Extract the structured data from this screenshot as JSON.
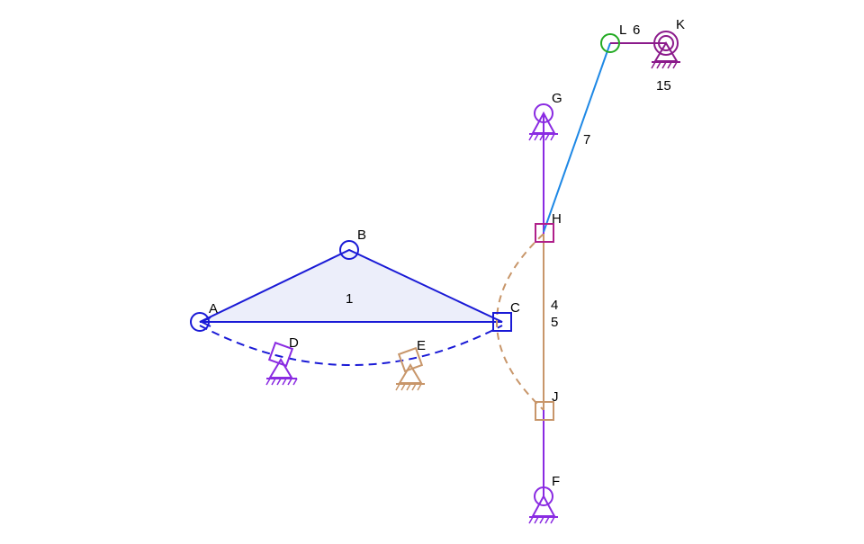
{
  "colors": {
    "blue": "#1a1ad6",
    "blue_fill": "#eceefa",
    "purple": "#8a2be2",
    "tan": "#c8966a",
    "magenta": "#b0208a",
    "light_blue": "#1e88e5",
    "green": "#22aa22",
    "dark_purple": "#8b1a8b",
    "text": "#000000"
  },
  "labels": {
    "A": "A",
    "B": "B",
    "C": "C",
    "D": "D",
    "E": "E",
    "F": "F",
    "G": "G",
    "H": "H",
    "J": "J",
    "K": "K",
    "L": "L",
    "link1": "1",
    "link4": "4",
    "link5": "5",
    "link6": "6",
    "link7": "7",
    "link15": "15"
  }
}
